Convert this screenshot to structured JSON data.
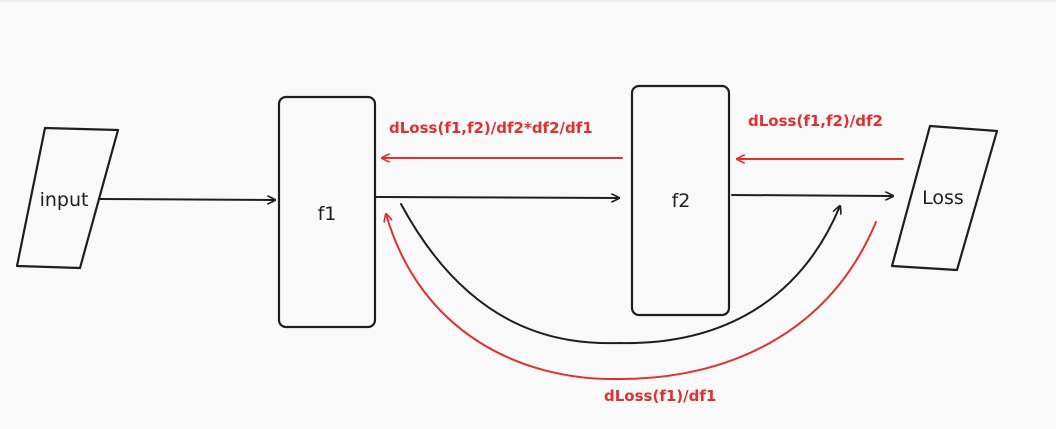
{
  "colors": {
    "forward": "#1e1e1e",
    "backward": "#e03131",
    "background": "#f9f9f9"
  },
  "nodes": {
    "input": {
      "label": "input"
    },
    "f1": {
      "label": "f1"
    },
    "f2": {
      "label": "f2"
    },
    "loss": {
      "label": "Loss"
    }
  },
  "gradients": {
    "loss_to_f2": "dLoss(f1,f2)/df2",
    "f2_to_f1": "dLoss(f1,f2)/df2*df2/df1",
    "loss_to_f1": "dLoss(f1)/df1"
  }
}
